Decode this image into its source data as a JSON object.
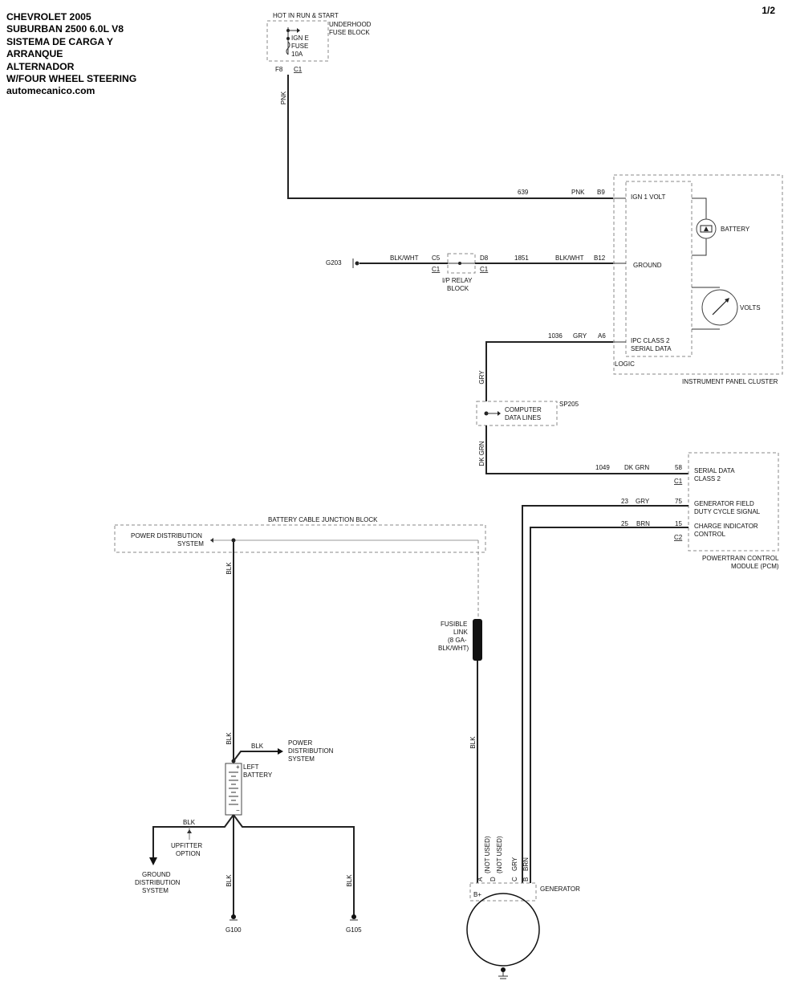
{
  "title_lines": [
    "CHEVROLET 2005",
    "SUBURBAN 2500 6.0L V8",
    "SISTEMA DE CARGA Y",
    "ARRANQUE",
    "ALTERNADOR",
    "W/FOUR WHEEL STEERING",
    "automecanico.com"
  ],
  "page_number": "1/2",
  "fuse_block": {
    "hot_label": "HOT IN RUN & START",
    "name_line1": "UNDERHOOD",
    "name_line2": "FUSE BLOCK",
    "fuse_line1": "IGN E",
    "fuse_line2": "FUSE",
    "fuse_line3": "10A",
    "pin": "F8",
    "connector": "C1"
  },
  "wires": {
    "pnk_vert": "PNK",
    "ckt_639": "639",
    "pnk_639": "PNK",
    "blkwht_g203": "BLK/WHT",
    "ckt_1851": "1851",
    "blkwht_1851": "BLK/WHT",
    "ckt_1036": "1036",
    "gry_1036": "GRY",
    "gry_vert": "GRY",
    "dkgrn_vert": "DK GRN",
    "ckt_1049": "1049",
    "dkgrn_1049": "DK GRN",
    "ckt_23": "23",
    "gry_23": "GRY",
    "ckt_25": "25",
    "brn_25": "BRN",
    "blk_pds": "BLK",
    "blk_batt_up": "BLK",
    "blk_batt_out": "BLK",
    "blk_upfitter": "BLK",
    "blk_g100": "BLK",
    "blk_g105": "BLK",
    "blk_fusible": "BLK",
    "gen_not_used_1": "(NOT USED)",
    "gen_not_used_2": "(NOT USED)",
    "gen_gry": "GRY",
    "gen_brn": "BRN"
  },
  "ground_g203": "G203",
  "relay_block": {
    "pin_c5": "C5",
    "conn_c1_left": "C1",
    "pin_d8": "D8",
    "conn_c1_right": "C1",
    "name_line1": "I/P RELAY",
    "name_line2": "BLOCK"
  },
  "ipc": {
    "pin_b9": "B9",
    "pin_b12": "B12",
    "pin_a6": "A6",
    "ign": "IGN 1 VOLT",
    "ground": "GROUND",
    "serial_line1": "IPC CLASS 2",
    "serial_line2": "SERIAL DATA",
    "logic": "LOGIC",
    "battery": "BATTERY",
    "volts": "VOLTS",
    "name": "INSTRUMENT PANEL CLUSTER"
  },
  "splice": {
    "name": "SP205",
    "label_line1": "COMPUTER",
    "label_line2": "DATA LINES"
  },
  "pcm": {
    "pin_58": "58",
    "conn_c1": "C1",
    "serial_line1": "SERIAL DATA",
    "serial_line2": "CLASS 2",
    "pin_75": "75",
    "field_line1": "GENERATOR FIELD",
    "field_line2": "DUTY CYCLE SIGNAL",
    "pin_15": "15",
    "charge_line1": "CHARGE INDICATOR",
    "charge_line2": "CONTROL",
    "conn_c2": "C2",
    "name_line1": "POWERTRAIN CONTROL",
    "name_line2": "MODULE (PCM)"
  },
  "junction_block": {
    "name": "BATTERY CABLE JUNCTION BLOCK",
    "pds_line1": "POWER DISTRIBUTION",
    "pds_line2": "SYSTEM"
  },
  "fusible_link": {
    "line1": "FUSIBLE",
    "line2": "LINK",
    "line3": "(8 GA-",
    "line4": "BLK/WHT)"
  },
  "battery": {
    "name_line1": "LEFT",
    "name_line2": "BATTERY",
    "plus": "+",
    "minus": "−",
    "pds_line1": "POWER",
    "pds_line2": "DISTRIBUTION",
    "pds_line3": "SYSTEM",
    "upfitter_line1": "UPFITTER",
    "upfitter_line2": "OPTION",
    "gds_line1": "GROUND",
    "gds_line2": "DISTRIBUTION",
    "gds_line3": "SYSTEM",
    "g100": "G100",
    "g105": "G105"
  },
  "generator": {
    "name": "GENERATOR",
    "pin_a": "A",
    "pin_d": "D",
    "pin_c": "C",
    "pin_b": "B",
    "b_plus": "B+"
  }
}
